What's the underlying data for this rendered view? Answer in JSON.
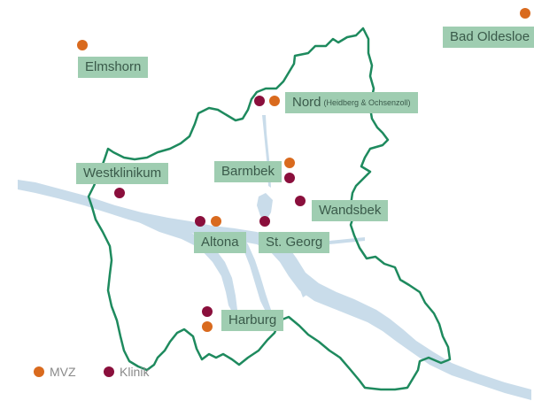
{
  "colors": {
    "mvz": "#d96a1e",
    "klinik": "#8a0f3c",
    "label_bg": "#9fcdb1",
    "border": "#1e8a5e",
    "water": "#c9dcea"
  },
  "labels": {
    "bad_oldesloe": "Bad Oldesloe",
    "elmshorn": "Elmshorn",
    "nord": "Nord",
    "nord_sub": "(Heidberg & Ochsenzoll)",
    "westklinikum": "Westklinikum",
    "barmbek": "Barmbek",
    "wandsbek": "Wandsbek",
    "altona": "Altona",
    "st_georg": "St. Georg",
    "harburg": "Harburg"
  },
  "legend": {
    "mvz": "MVZ",
    "klinik": "Klinik"
  }
}
